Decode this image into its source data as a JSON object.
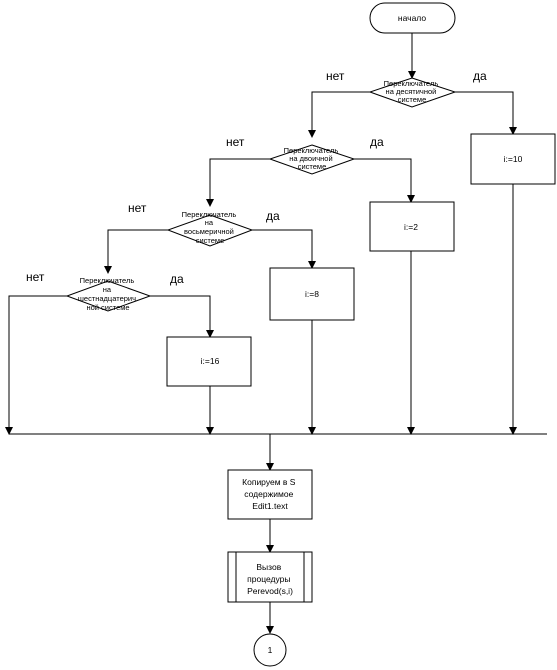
{
  "start_label": "начало",
  "decisions": [
    {
      "lines": [
        "Переключатель",
        "на десятичной",
        "системе"
      ],
      "no": "нет",
      "yes": "да"
    },
    {
      "lines": [
        "Переключатель",
        "на двоичной",
        "системе"
      ],
      "no": "нет",
      "yes": "да"
    },
    {
      "lines": [
        "Переключатель",
        "на",
        "восьмеричной",
        "системе"
      ],
      "no": "нет",
      "yes": "да"
    },
    {
      "lines": [
        "Переключатель",
        "на",
        "шестнадцатерич",
        "ной системе"
      ],
      "no": "нет",
      "yes": "да"
    }
  ],
  "assignments": [
    "i:=10",
    "i:=2",
    "i:=8",
    "i:=16"
  ],
  "copy_box": [
    "Копируем в S",
    "содержимое",
    "Edit1.text"
  ],
  "call_box": [
    "Вызов",
    "процедуры",
    "Perevod(s,i)"
  ],
  "connector": "1"
}
